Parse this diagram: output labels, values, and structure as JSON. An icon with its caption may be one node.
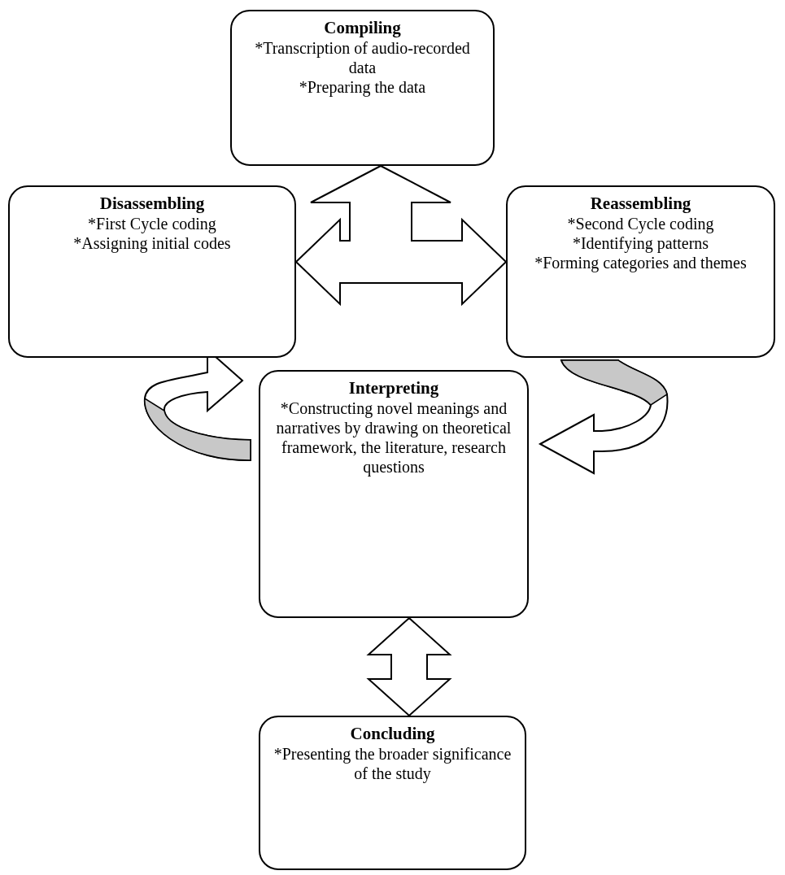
{
  "diagram": {
    "nodes": [
      {
        "text": [
          "Compiling",
          "*Transcription of audio-recorded data",
          "*Preparing the data"
        ]
      },
      {
        "text": [
          "Disassembling",
          "*First Cycle coding",
          "*Assigning initial codes"
        ]
      },
      {
        "text": [
          "Reassembling",
          "*Second Cycle coding",
          "*Identifying patterns",
          "*Forming categories and themes"
        ]
      },
      {
        "text": [
          "Interpreting",
          "*Constructing novel meanings and narratives by drawing on theoretical framework, the literature, research questions"
        ]
      },
      {
        "text": [
          "Concluding",
          "*Presenting the broader significance of the study"
        ]
      }
    ],
    "edges": [
      {
        "from": 1,
        "to": 2,
        "arrow": "both"
      },
      {
        "from": 0,
        "to": 1,
        "arrow": "both"
      },
      {
        "from": 0,
        "to": 2,
        "arrow": "both"
      },
      {
        "from": 3,
        "to": 4,
        "arrow": "both"
      },
      {
        "from": 1,
        "to": 3,
        "arrow": "to"
      },
      {
        "from": 2,
        "to": 3,
        "arrow": "to"
      }
    ]
  }
}
